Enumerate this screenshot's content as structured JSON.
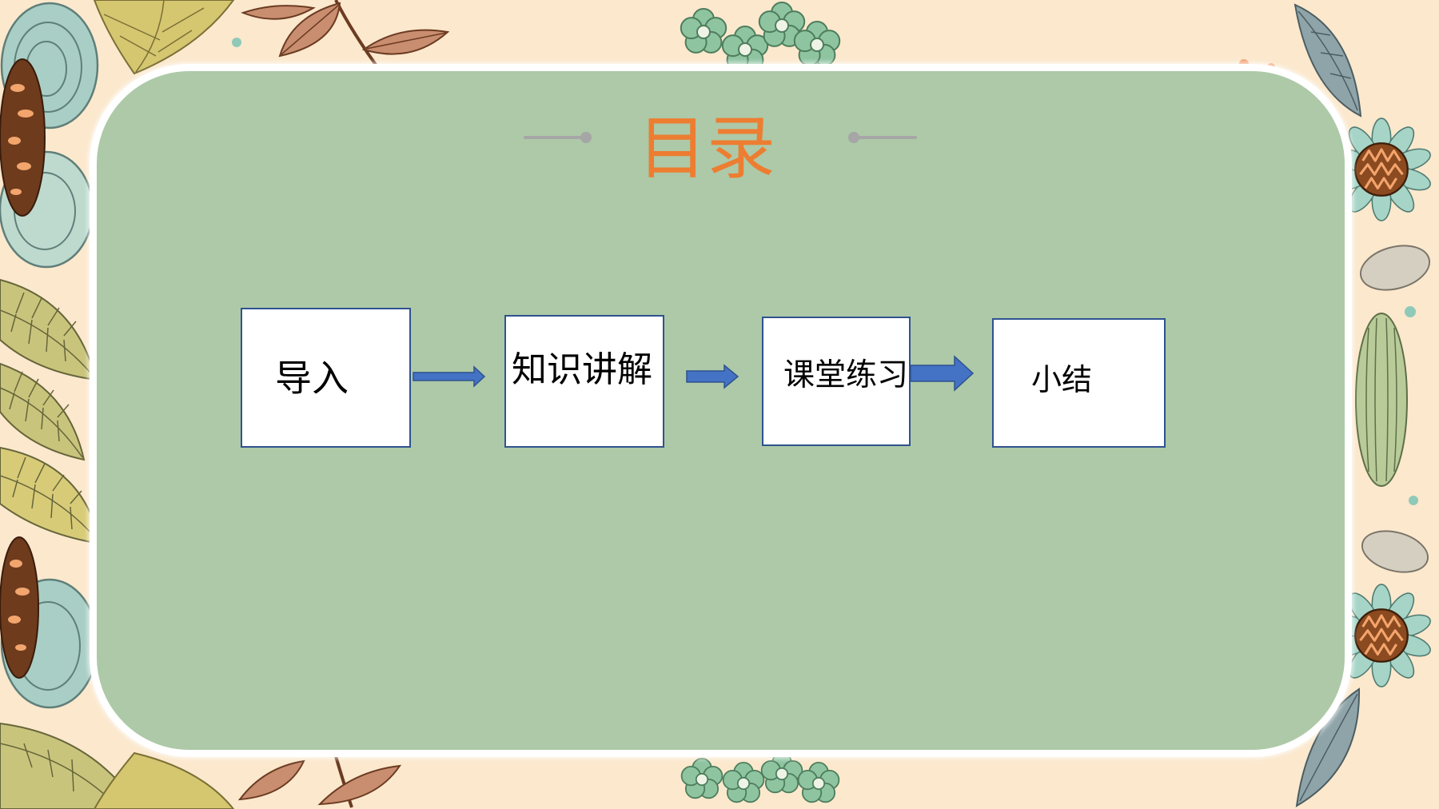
{
  "slide": {
    "title": "目录",
    "steps": [
      {
        "label": "导入"
      },
      {
        "label": "知识讲解"
      },
      {
        "label": "课堂练习"
      },
      {
        "label": "小结"
      }
    ]
  },
  "colors": {
    "background": "#fbe8cd",
    "panel": "#adc9a7",
    "panel_border": "#ffffff",
    "title": "#ed7d31",
    "box_fill": "#ffffff",
    "box_border": "#2f528f",
    "arrow": "#4472c4",
    "arrow_outline": "#2f528f",
    "deco_line": "#a6a6a6"
  },
  "icons": [
    "flower-icon",
    "leaf-icon",
    "seed-pod-icon",
    "arrow-right-icon"
  ]
}
